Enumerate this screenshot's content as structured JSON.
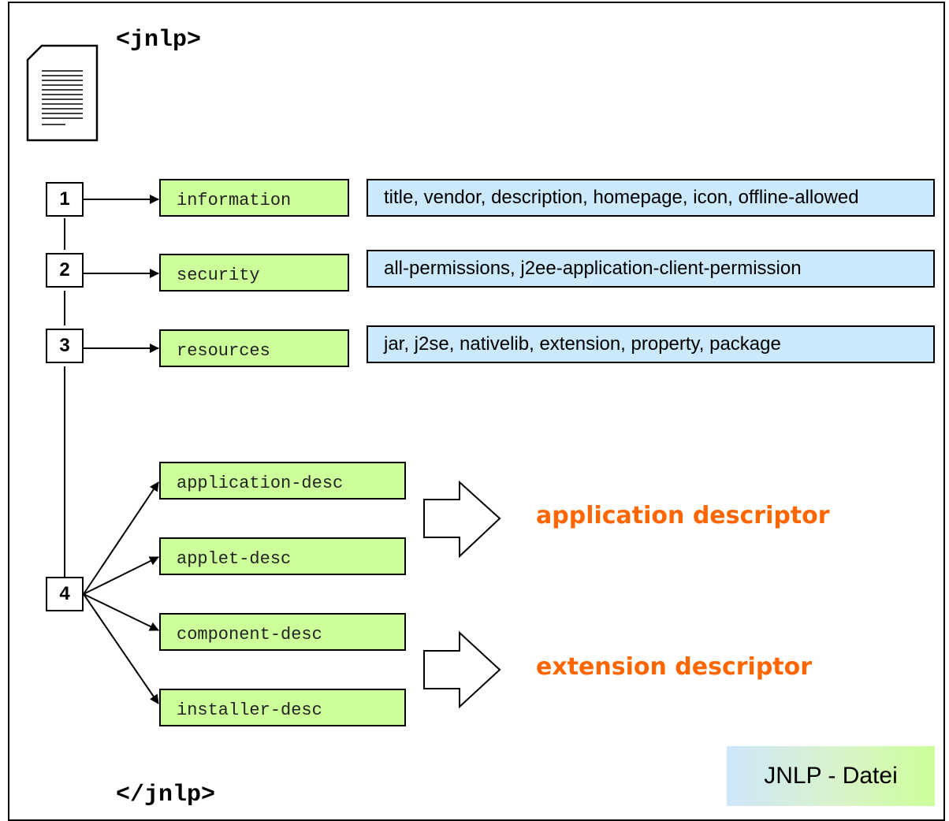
{
  "open_tag": "<jnlp>",
  "close_tag": "</jnlp>",
  "icon": "document-icon",
  "groups": [
    {
      "number": "1",
      "element": "information",
      "attributes": "title, vendor, description, homepage, icon, offline-allowed"
    },
    {
      "number": "2",
      "element": "security",
      "attributes": "all-permissions, j2ee-application-client-permission"
    },
    {
      "number": "3",
      "element": "resources",
      "attributes": "jar, j2se, nativelib, extension, property, package"
    },
    {
      "number": "4"
    }
  ],
  "descriptors": {
    "application_desc": "application-desc",
    "applet_desc": "applet-desc",
    "component_desc": "component-desc",
    "installer_desc": "installer-desc"
  },
  "labels": {
    "application_descriptor": "application descriptor",
    "extension_descriptor": "extension descriptor"
  },
  "legend": "JNLP - Datei",
  "colors": {
    "element_fill": "#ccff99",
    "attribute_fill": "#cce8fb",
    "descriptor_text": "#ff6600"
  }
}
